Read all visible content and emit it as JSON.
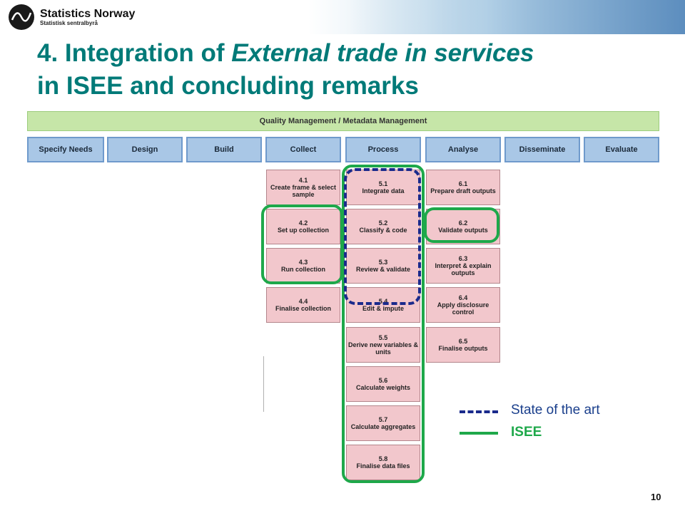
{
  "header": {
    "logo_name": "Statistics Norway",
    "logo_sub": "Statistisk sentralbyrå"
  },
  "title": {
    "line_part1": "4. Integration of ",
    "line_part2": "External trade in services",
    "line_part3": "in ISEE and concluding remarks"
  },
  "diagram": {
    "top_bar": "Quality Management / Metadata Management",
    "phases": [
      "Specify Needs",
      "Design",
      "Build",
      "Collect",
      "Process",
      "Analyse",
      "Disseminate",
      "Evaluate"
    ],
    "collect": [
      {
        "num": "4.1",
        "label": "Create frame & select sample"
      },
      {
        "num": "4.2",
        "label": "Set up collection"
      },
      {
        "num": "4.3",
        "label": "Run collection"
      },
      {
        "num": "4.4",
        "label": "Finalise collection"
      }
    ],
    "process": [
      {
        "num": "5.1",
        "label": "Integrate data"
      },
      {
        "num": "5.2",
        "label": "Classify & code"
      },
      {
        "num": "5.3",
        "label": "Review & validate"
      },
      {
        "num": "5.4",
        "label": "Edit & impute"
      },
      {
        "num": "5.5",
        "label": "Derive new variables & units"
      },
      {
        "num": "5.6",
        "label": "Calculate weights"
      },
      {
        "num": "5.7",
        "label": "Calculate aggregates"
      },
      {
        "num": "5.8",
        "label": "Finalise data files"
      }
    ],
    "analyse": [
      {
        "num": "6.1",
        "label": "Prepare draft outputs"
      },
      {
        "num": "6.2",
        "label": "Validate outputs"
      },
      {
        "num": "6.3",
        "label": "Interpret & explain outputs"
      },
      {
        "num": "6.4",
        "label": "Apply disclosure control"
      },
      {
        "num": "6.5",
        "label": "Finalise outputs"
      }
    ]
  },
  "legend": {
    "state_of_art": "State of the art",
    "isee": "ISEE"
  },
  "colors": {
    "title": "#007a78",
    "isee": "#1ea84a",
    "state_of_art": "#1a2a8c"
  },
  "page_number": "10"
}
